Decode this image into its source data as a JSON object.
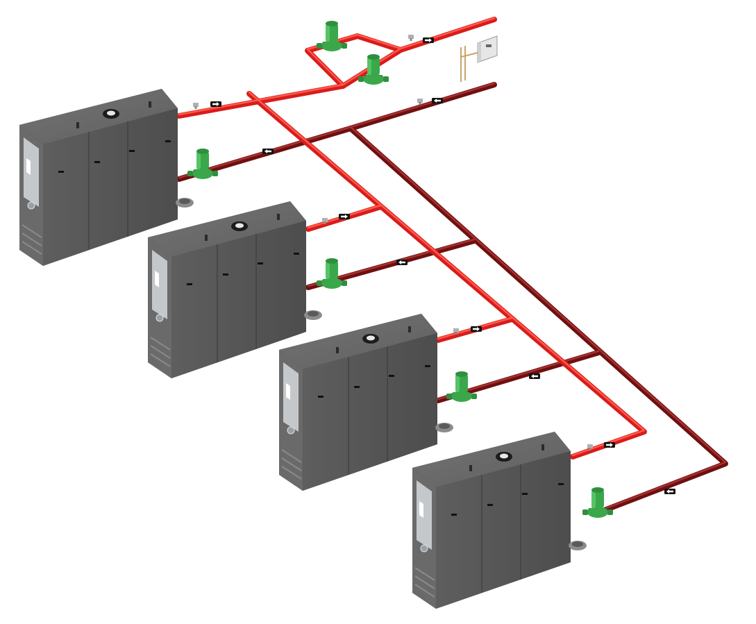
{
  "diagram": {
    "boiler_count": 4,
    "system_pump_count": 2,
    "boiler_pump_count": 4,
    "flow_direction_arrow_count": 10,
    "colors": {
      "background": "#ffffff",
      "supply_pipe": "#e01e1e",
      "supply_pipe_highlight": "#ff5a4a",
      "return_pipe": "#7a1414",
      "return_pipe_highlight": "#a83030",
      "boiler_front": "#5a5a5a",
      "boiler_side": "#3f3f3f",
      "boiler_top": "#6e6e6e",
      "boiler_panel": "#bfc3c6",
      "pump_green": "#3aa84a",
      "pump_dark": "#1f6e2c",
      "sensor_gray": "#b0b0b0",
      "control_box": "#e6e6e6"
    },
    "icons": {
      "boiler": "boiler-icon",
      "pump": "circulator-pump-icon",
      "flow_arrow": "flow-arrow-icon",
      "sensor": "temperature-sensor-icon",
      "controller": "control-box-icon"
    }
  }
}
